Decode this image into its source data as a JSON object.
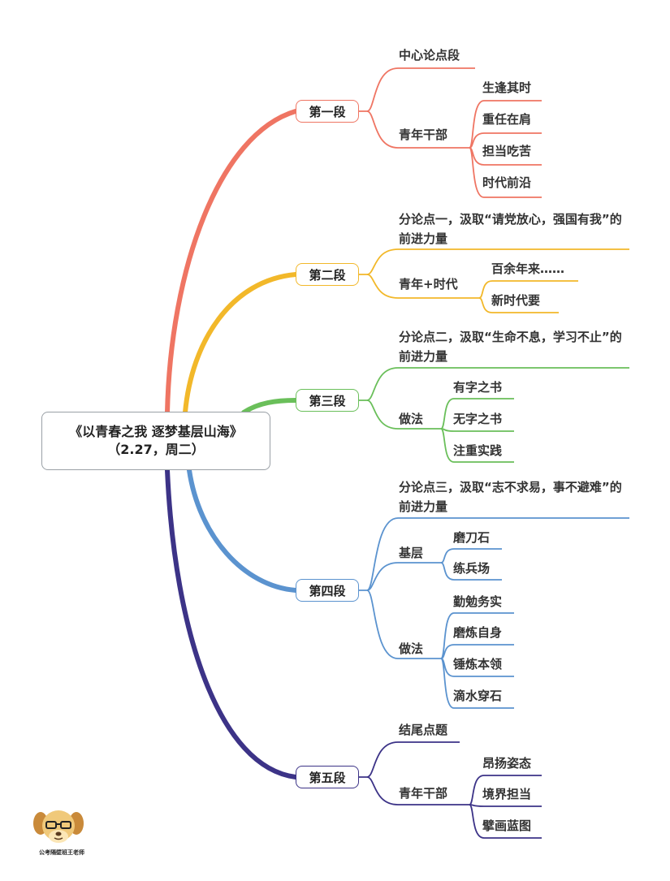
{
  "root": {
    "title": "《以青春之我 逐梦基层山海》",
    "date": "（2.27，周二）"
  },
  "colors": {
    "s1": "#ef7563",
    "s2": "#f2b82a",
    "s3": "#6abf5a",
    "s4": "#5b93cf",
    "s5": "#3c3387"
  },
  "sections": [
    {
      "label": "第一段",
      "children": [
        {
          "label": "中心论点段"
        },
        {
          "label": "青年干部",
          "children": [
            "生逢其时",
            "重任在肩",
            "担当吃苦",
            "时代前沿"
          ]
        }
      ]
    },
    {
      "label": "第二段",
      "children": [
        {
          "label": "分论点一，汲取“请党放心，强国有我”的前进力量"
        },
        {
          "label": "青年+时代",
          "children": [
            "百余年来……",
            "新时代要"
          ]
        }
      ]
    },
    {
      "label": "第三段",
      "children": [
        {
          "label": "分论点二，汲取“生命不息，学习不止”的前进力量"
        },
        {
          "label": "做法",
          "children": [
            "有字之书",
            "无字之书",
            "注重实践"
          ]
        }
      ]
    },
    {
      "label": "第四段",
      "children": [
        {
          "label": "分论点三，汲取“志不求易，事不避难”的前进力量"
        },
        {
          "label": "基层",
          "children": [
            "磨刀石",
            "练兵场"
          ]
        },
        {
          "label": "做法",
          "children": [
            "勤勉务实",
            "磨炼自身",
            "锤炼本领",
            "滴水穿石"
          ]
        }
      ]
    },
    {
      "label": "第五段",
      "children": [
        {
          "label": "结尾点题"
        },
        {
          "label": "青年干部",
          "children": [
            "昂扬姿态",
            "境界担当",
            "擘画蓝图"
          ]
        }
      ]
    }
  ],
  "logo": {
    "icon": "dog-mascot-icon",
    "caption": "公考隔壁班王老师"
  }
}
